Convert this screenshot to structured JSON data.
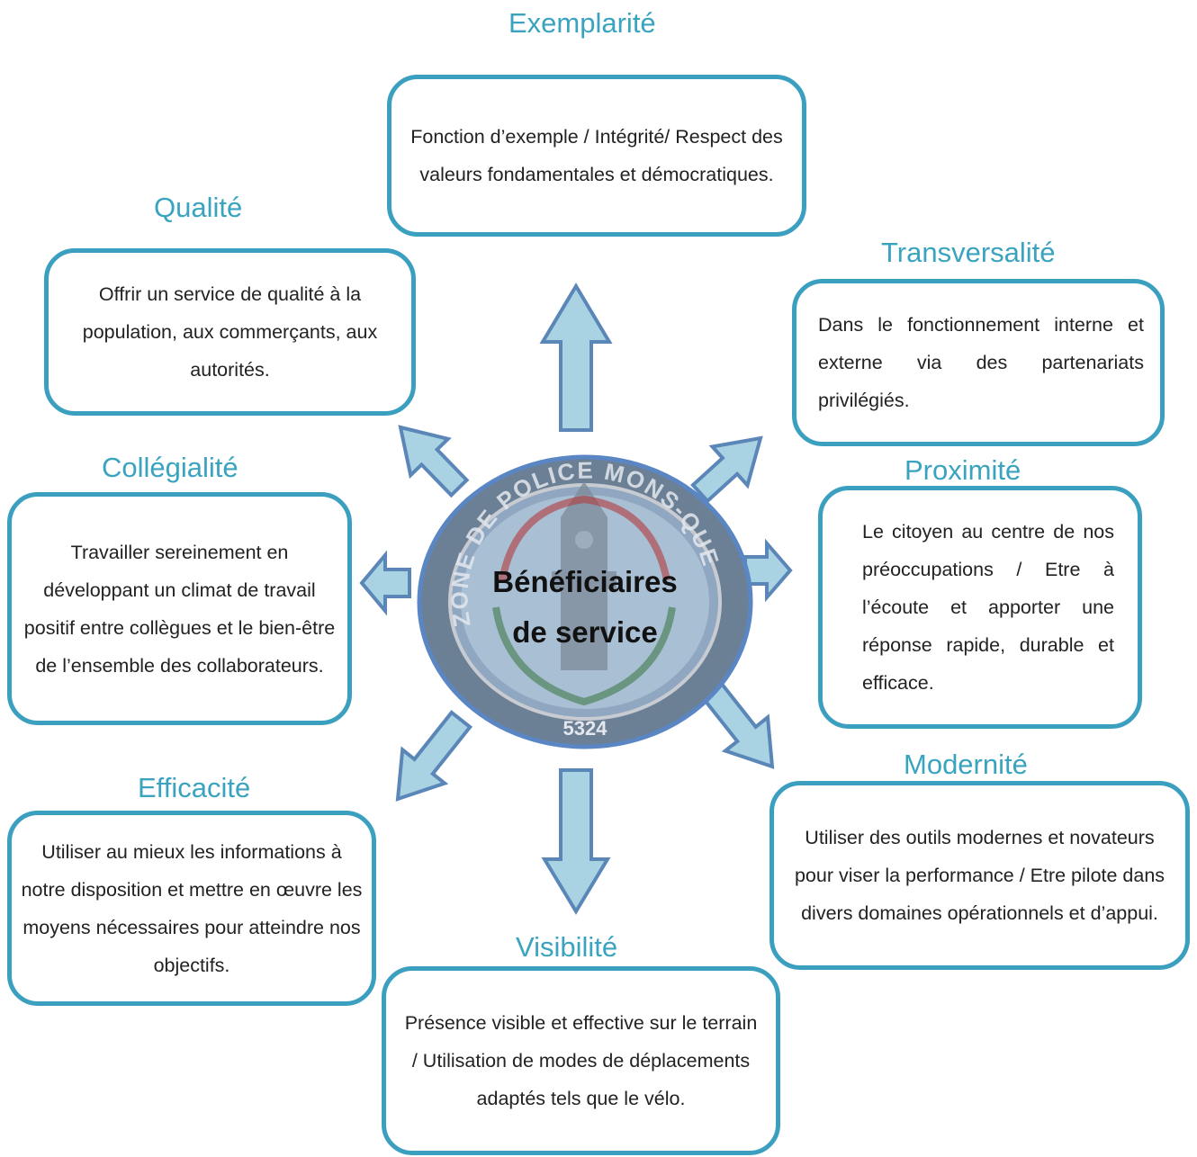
{
  "center": {
    "line1": "Bénéficiaires",
    "line2": "de service",
    "emblem_text": "ZONE DE POLICE MONS-QUEVY",
    "emblem_number": "5324"
  },
  "colors": {
    "title": "#3aa3bf",
    "box_border": "#3b9fbf",
    "arrow_fill": "#a9d3e3",
    "arrow_stroke": "#5b86b8",
    "emblem_ring": "#5a86c4"
  },
  "values": {
    "exemplarite": {
      "title": "Exemplarité",
      "text": "Fonction d’exemple / Intégrité/ Respect des valeurs fondamentales et démocratiques."
    },
    "qualite": {
      "title": "Qualité",
      "text": "Offrir un service de qualité à la population, aux commerçants, aux autorités."
    },
    "transversalite": {
      "title": "Transversalité",
      "text": "Dans le fonctionnement interne et externe via des partenariats privilégiés."
    },
    "collegialite": {
      "title": "Collégialité",
      "text": "Travailler sereinement en développant un climat de travail positif entre collègues et le bien-être de l’ensemble des collaborateurs."
    },
    "proximite": {
      "title": "Proximité",
      "text": "Le citoyen au centre de nos préoccupations / Etre à l’écoute et apporter une réponse rapide, durable et efficace."
    },
    "efficacite": {
      "title": "Efficacité",
      "text": "Utiliser au mieux les informations à notre disposition et mettre en œuvre les moyens nécessaires pour atteindre nos objectifs."
    },
    "modernite": {
      "title": "Modernité",
      "text": "Utiliser des outils modernes et novateurs pour viser la performance / Etre pilote dans divers domaines opérationnels et d’appui."
    },
    "visibilite": {
      "title": "Visibilité",
      "text": "Présence visible et effective sur le terrain / Utilisation de modes de déplacements adaptés tels que le vélo."
    }
  }
}
